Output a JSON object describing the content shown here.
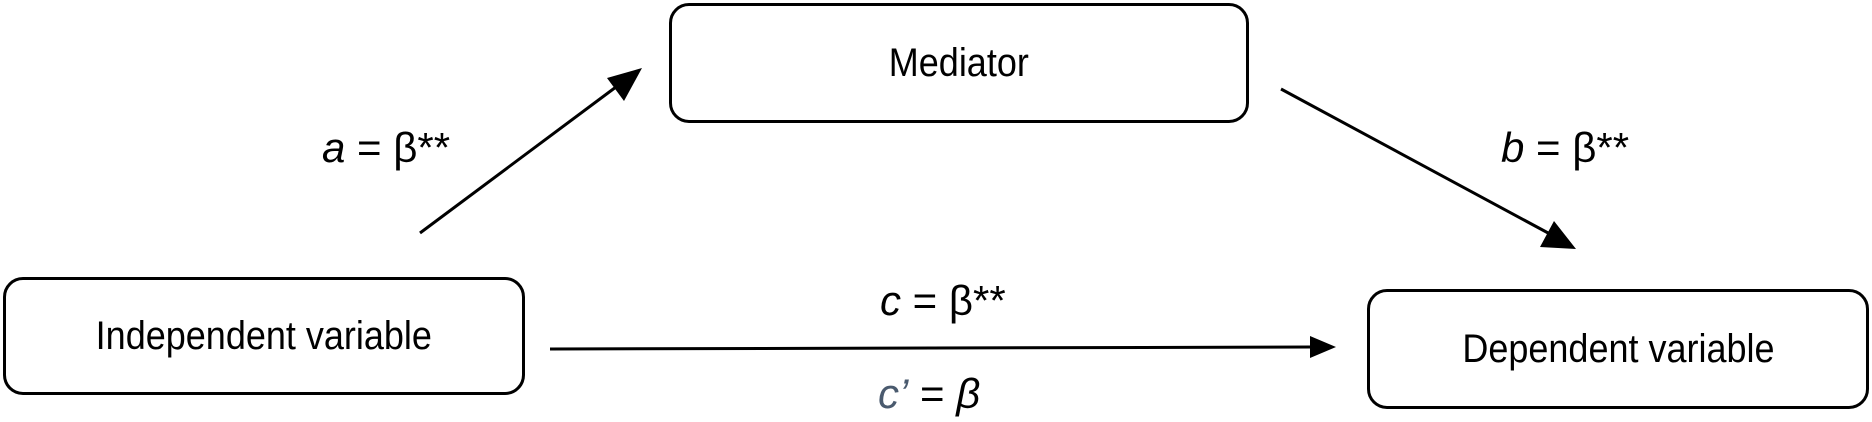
{
  "nodes": {
    "mediator": "Mediator",
    "independent": "Independent variable",
    "dependent": "Dependent variable"
  },
  "paths": {
    "a": {
      "symbol": "a",
      "eq": " = ",
      "coef": "β**"
    },
    "b": {
      "symbol": "b",
      "eq": " = ",
      "coef": "β**"
    },
    "c": {
      "symbol": "c",
      "eq": " = ",
      "coef": "β**"
    },
    "c_prime": {
      "symbol": "c’",
      "eq": " = ",
      "coef": "β"
    }
  },
  "colors": {
    "stroke": "#000000",
    "c_prime_symbol": "#4a5a6e"
  }
}
